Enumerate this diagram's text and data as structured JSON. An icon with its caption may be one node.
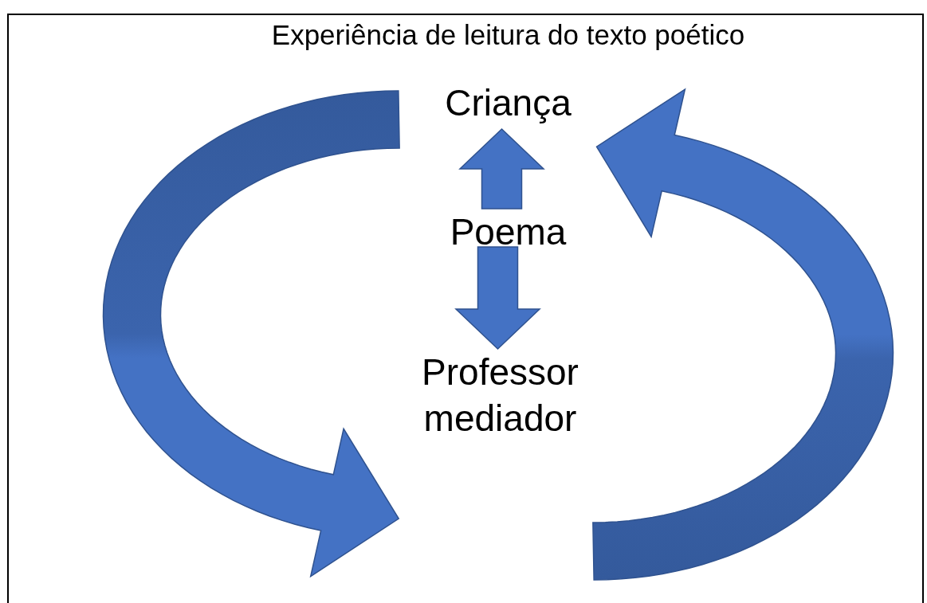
{
  "diagram": {
    "title": "Experiência de leitura do texto poético",
    "nodes": [
      {
        "text": [
          "Criança"
        ]
      },
      {
        "text": [
          "Poema"
        ]
      },
      {
        "text": [
          "Professor mediador"
        ]
      }
    ],
    "edges": [
      {
        "from": 1,
        "to": 0,
        "arrow": "to"
      },
      {
        "from": 1,
        "to": 2,
        "arrow": "to"
      },
      {
        "from": 0,
        "to": 2,
        "arrow": "to"
      },
      {
        "from": 2,
        "to": 0,
        "arrow": "to"
      }
    ]
  }
}
